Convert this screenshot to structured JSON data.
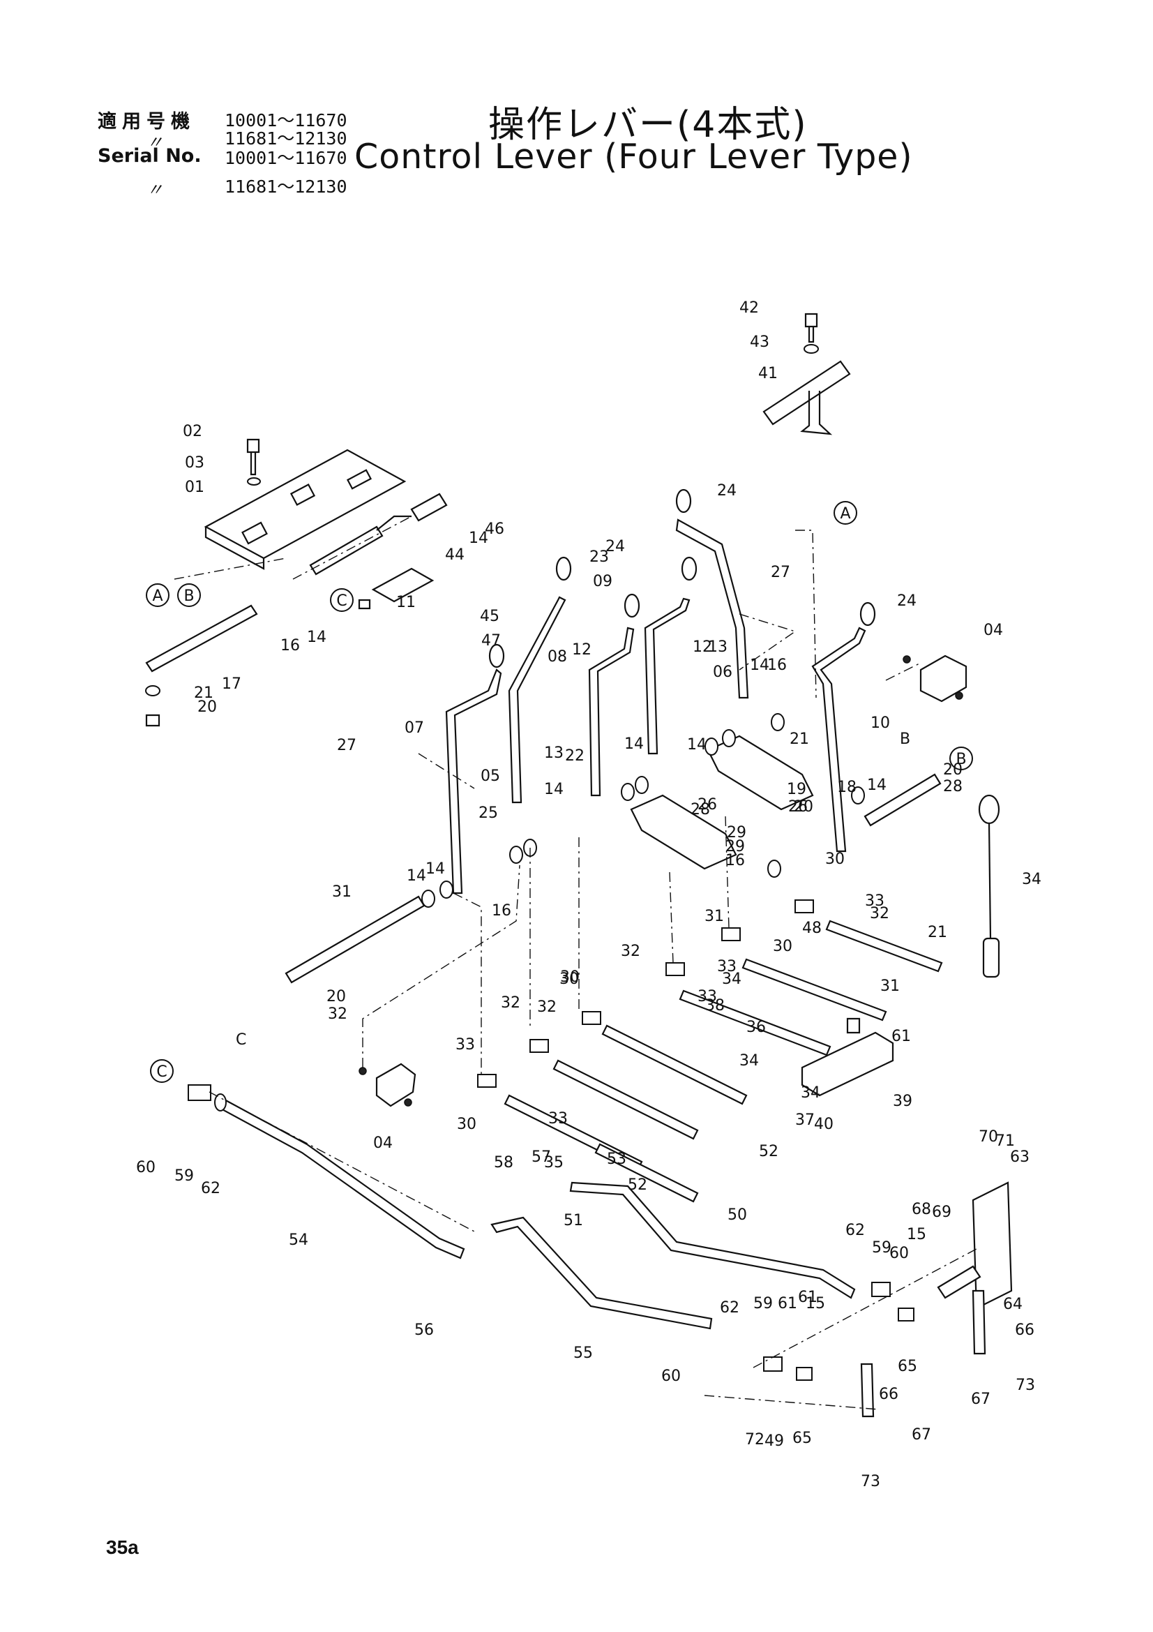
{
  "header": {
    "applicable_model_label": "適用号機",
    "serial_label": "Serial No.",
    "ditto_mark": "〃",
    "ranges": [
      "10001～11670",
      "11681～12130",
      "10001～11670",
      "11681～12130"
    ],
    "title_jp": "操作レバー(4本式)",
    "title_en": "Control Lever (Four Lever Type)"
  },
  "page_number": "35a",
  "callout_markers": [
    "A",
    "B",
    "C",
    "A",
    "B",
    "C",
    "A",
    "B",
    "C"
  ],
  "part_numbers": [
    "42",
    "43",
    "41",
    "02",
    "03",
    "01",
    "24",
    "46",
    "14",
    "44",
    "11",
    "23",
    "09",
    "27",
    "A",
    "24",
    "04",
    "24",
    "B",
    "C",
    "45",
    "47",
    "16",
    "14",
    "12",
    "13",
    "06",
    "16",
    "14",
    "17",
    "21",
    "20",
    "08",
    "12",
    "13",
    "22",
    "14",
    "14",
    "21",
    "10",
    "27",
    "07",
    "05",
    "14",
    "25",
    "29",
    "28",
    "26",
    "26",
    "20",
    "19",
    "B",
    "21",
    "20",
    "28",
    "29",
    "16",
    "14",
    "14",
    "16",
    "14",
    "18",
    "31",
    "30",
    "33",
    "32",
    "48",
    "34",
    "21",
    "20",
    "32",
    "31",
    "30",
    "33",
    "34",
    "31",
    "32",
    "30",
    "33",
    "38",
    "61",
    "C",
    "31",
    "32",
    "32",
    "30",
    "33",
    "36",
    "34",
    "39",
    "37",
    "40",
    "04",
    "30",
    "33",
    "34",
    "52",
    "53",
    "60",
    "59",
    "62",
    "35",
    "52",
    "57",
    "58",
    "51",
    "70",
    "71",
    "63",
    "54",
    "50",
    "68",
    "69",
    "62",
    "59",
    "60",
    "15",
    "64",
    "56",
    "61",
    "15",
    "62",
    "59",
    "61",
    "66",
    "65",
    "55",
    "73",
    "67",
    "60",
    "66",
    "72",
    "49",
    "65",
    "67",
    "73"
  ]
}
